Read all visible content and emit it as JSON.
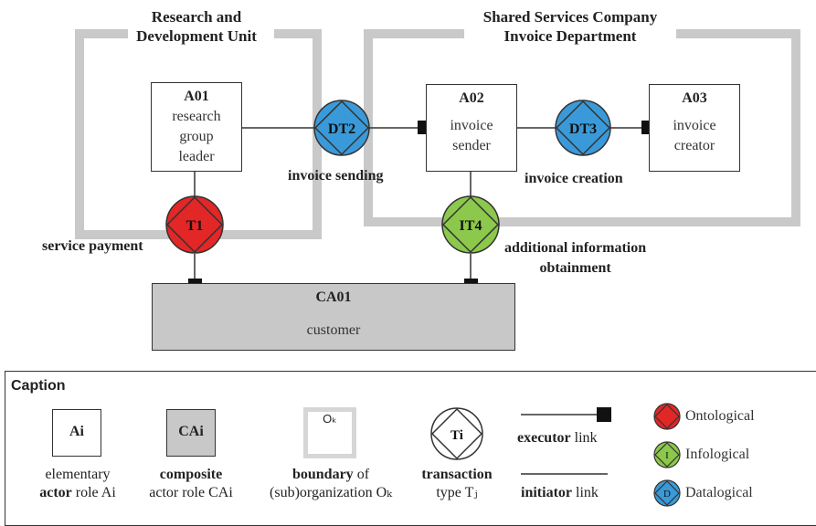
{
  "boundaries": [
    {
      "title": "Research and\nDevelopment Unit"
    },
    {
      "title": "Shared Services Company\nInvoice Department"
    }
  ],
  "actors": [
    {
      "id": "A01",
      "desc": "research\ngroup\nleader"
    },
    {
      "id": "A02",
      "desc": "invoice\nsender"
    },
    {
      "id": "A03",
      "desc": "invoice\ncreator"
    }
  ],
  "composite": {
    "id": "CA01",
    "desc": "customer"
  },
  "transactions": [
    {
      "id": "DT2",
      "kind": "datalogical",
      "label": "invoice sending"
    },
    {
      "id": "DT3",
      "kind": "datalogical",
      "label": "invoice creation"
    },
    {
      "id": "T1",
      "kind": "ontological",
      "label": "service payment"
    },
    {
      "id": "IT4",
      "kind": "infological",
      "label": "additional information\nobtainment"
    }
  ],
  "colors": {
    "ontological": "#e32626",
    "infological": "#8cc84b",
    "datalogical": "#3a9ad9",
    "boundary": "#c9c9c9",
    "composite": "#c8c8c8"
  },
  "caption": {
    "title": "Caption",
    "actor_symbol": "Ai",
    "actor_text_1": "elementary",
    "actor_text_bold": "actor",
    "actor_text_2": " role Ai",
    "composite_symbol": "CAi",
    "composite_text_bold": "composite",
    "composite_text_2": "actor role CAi",
    "boundary_symbol": "Oₖ",
    "boundary_text_bold": "boundary",
    "boundary_text_2": " of",
    "boundary_text_3": "(sub)organization Oₖ",
    "transaction_symbol": "Ti",
    "transaction_text_bold": "transaction",
    "transaction_text_2": "type Tⱼ",
    "executor_bold": "executor",
    "executor_rest": " link",
    "initiator_bold": "initiator",
    "initiator_rest": " link",
    "legend": [
      {
        "symbol": "",
        "name": "Ontological",
        "kind": "ontological"
      },
      {
        "symbol": "I",
        "name": "Infological",
        "kind": "infological"
      },
      {
        "symbol": "D",
        "name": "Datalogical",
        "kind": "datalogical"
      }
    ]
  }
}
